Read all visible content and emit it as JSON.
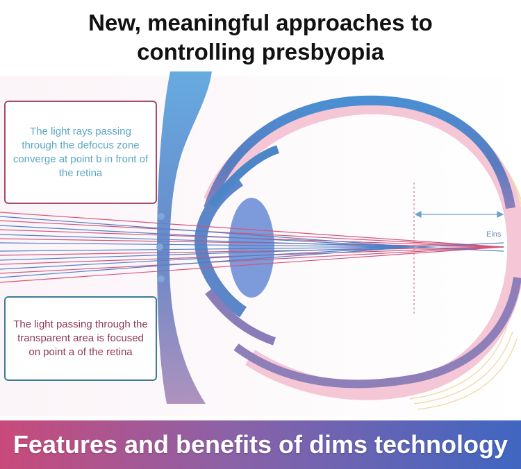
{
  "title": {
    "line1": "New, meaningful approaches to",
    "line2": "controlling presbyopia"
  },
  "callouts": {
    "defocus": "The light rays passing through the defocus zone converge at point b in front of the retina",
    "clear": "The light passing through the transparent area is focused on point a of the retina"
  },
  "labels": {
    "eins": "Eins"
  },
  "banner": "Features and benefits of dims technology",
  "colors": {
    "lens": "#4a8fd0",
    "crystalline_lens": "#6f8fd6",
    "eye_wall": "#4d86c6",
    "retina_layer": "#f5c6d6",
    "ray_red": "#d4557a",
    "ray_blue": "#4e7fc7"
  }
}
